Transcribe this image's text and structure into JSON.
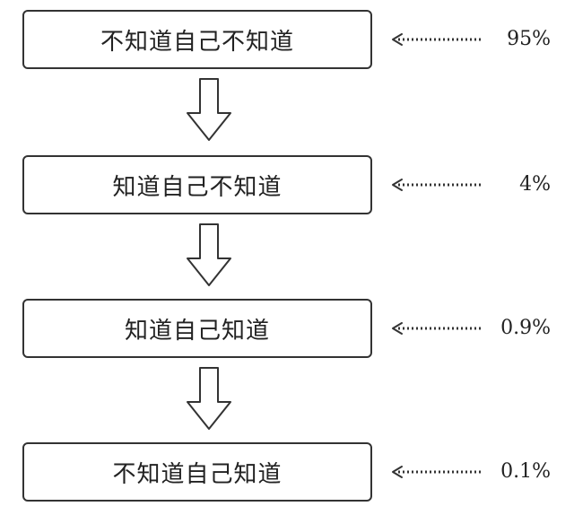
{
  "stages": [
    {
      "label": "不知道自己不知道",
      "percent": "95%"
    },
    {
      "label": "知道自己不知道",
      "percent": "4%"
    },
    {
      "label": "知道自己知道",
      "percent": "0.9%"
    },
    {
      "label": "不知道自己知道",
      "percent": "0.1%"
    }
  ],
  "icons": {
    "down_arrow": "hollow-down-arrow-icon",
    "dotted_arrow": "dotted-left-arrow-icon"
  },
  "colors": {
    "stroke": "#333333",
    "background": "#ffffff",
    "text": "#222222"
  }
}
